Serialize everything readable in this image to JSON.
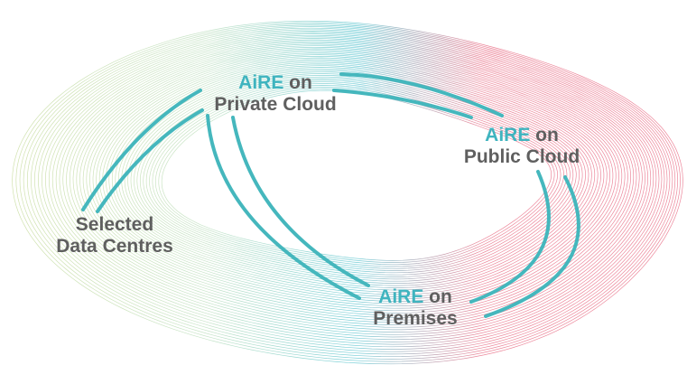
{
  "nodes": {
    "private_cloud": {
      "brand": "AiRE",
      "suffix": " on",
      "line2": "Private Cloud"
    },
    "public_cloud": {
      "brand": "AiRE",
      "suffix": " on",
      "line2": "Public Cloud"
    },
    "premises": {
      "brand": "AiRE",
      "suffix": " on",
      "line2": "Premises"
    },
    "data_centres": {
      "line1": "Selected",
      "line2": "Data Centres"
    }
  },
  "colors": {
    "brand": "#3fb4bf",
    "label_text": "#5f5f5f",
    "connector": "#45b7bd",
    "ring_green": "#c9dc9c",
    "ring_teal": "#5fc6d1",
    "ring_pink": "#e9738a"
  }
}
